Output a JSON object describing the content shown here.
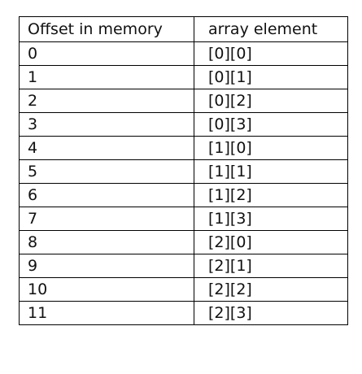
{
  "table": {
    "headers": [
      "Offset in memory",
      "array element"
    ],
    "rows": [
      [
        "0",
        "[0][0]"
      ],
      [
        "1",
        "[0][1]"
      ],
      [
        "2",
        "[0][2]"
      ],
      [
        "3",
        "[0][3]"
      ],
      [
        "4",
        "[1][0]"
      ],
      [
        "5",
        "[1][1]"
      ],
      [
        "6",
        "[1][2]"
      ],
      [
        "7",
        "[1][3]"
      ],
      [
        "8",
        "[2][0]"
      ],
      [
        "9",
        "[2][1]"
      ],
      [
        "10",
        "[2][2]"
      ],
      [
        "11",
        "[2][3]"
      ]
    ]
  }
}
